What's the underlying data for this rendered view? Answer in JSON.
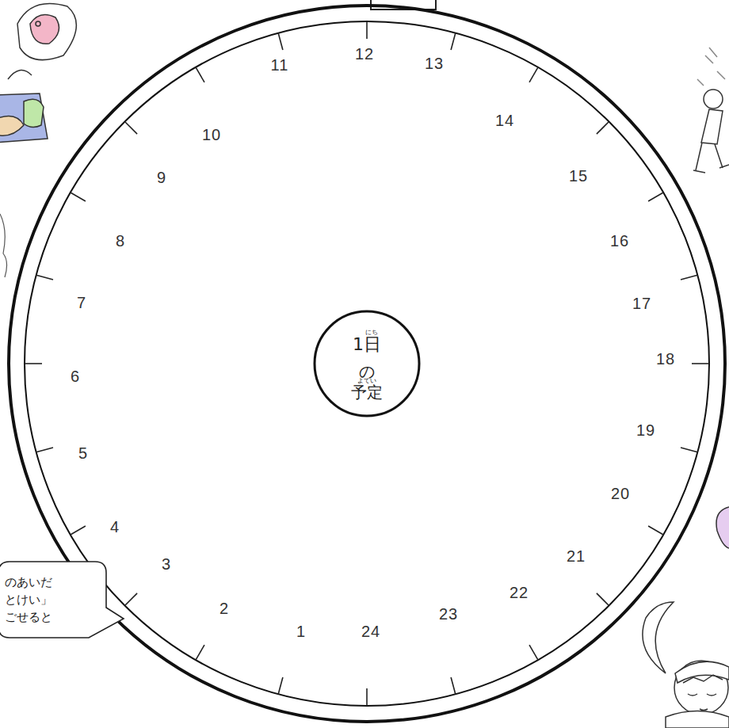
{
  "diagram": {
    "nodes": [
      {
        "text": [
          "1日",
          "の",
          "予定"
        ]
      },
      {
        "text": [
          "のあいだ とけい」 ごせると"
        ]
      }
    ],
    "labels": [
      "にち",
      "よてい",
      "12",
      "13",
      "14",
      "15",
      "16",
      "17",
      "18",
      "19",
      "20",
      "21",
      "22",
      "23",
      "24",
      "1",
      "2",
      "3",
      "4",
      "5",
      "6",
      "7",
      "8",
      "9",
      "10",
      "11"
    ]
  }
}
